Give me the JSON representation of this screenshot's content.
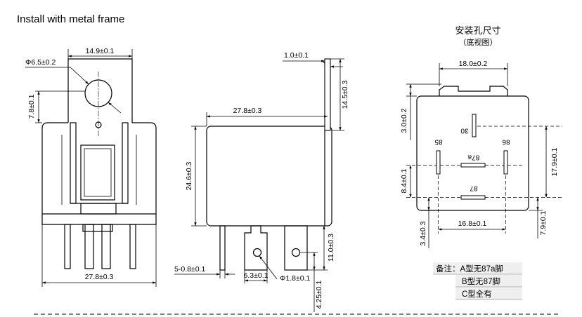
{
  "title": "Install with metal frame",
  "front_view": {
    "tab_width": "14.9±0.1",
    "hole_diameter": "Φ6.5±0.2",
    "hole_offset": "7.8±0.1",
    "overall_width": "27.8±0.3"
  },
  "side_view": {
    "tab_thickness": "1.0±0.1",
    "tab_height": "14.5±0.3",
    "body_length": "27.8±0.3",
    "body_height": "24.6±0.3",
    "pin_thickness": "5-0.8±0.1",
    "blade_width": "6.3±0.1",
    "pin_hole": "Φ1.8±0.1",
    "pin_length": "11.0±0.3",
    "hole_to_tip": "4.25±0.1"
  },
  "bottom_view": {
    "heading": "安装孔尺寸",
    "subheading": "（底视图）",
    "bracket_width": "18.0±0.2",
    "bracket_height": "3.0±0.2",
    "pin_span_vertical": "17.9±0.1",
    "pin_spacing_vertical": "8.4±0.1",
    "edge_offset_right": "7.9±0.1",
    "edge_offset_left": "3.4±0.3",
    "pin_spacing_horizontal": "16.8±0.1",
    "pins": {
      "p30": "30",
      "p85": "85",
      "p86": "86",
      "p87a": "87a",
      "p87": "87"
    }
  },
  "notes": {
    "line1": "备注：A型无87a脚",
    "line2": "B型无87脚",
    "line3": "C型全有"
  }
}
